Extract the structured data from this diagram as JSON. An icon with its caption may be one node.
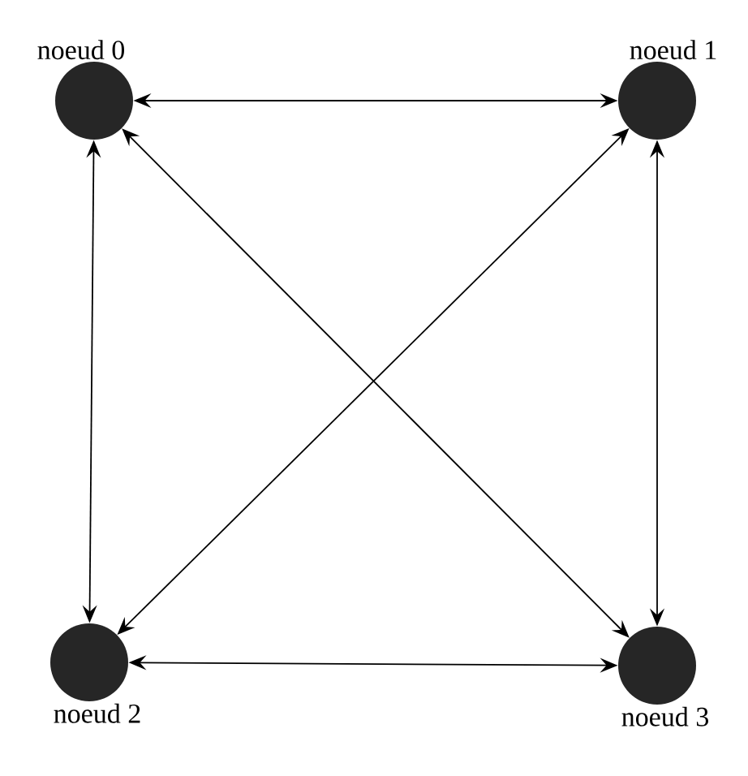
{
  "diagram": {
    "nodes": [
      {
        "text": [
          "noeud 0"
        ]
      },
      {
        "text": [
          "noeud 1"
        ]
      },
      {
        "text": [
          "noeud 2"
        ]
      },
      {
        "text": [
          "noeud 3"
        ]
      }
    ],
    "edges": [
      {
        "from": 0,
        "to": 1,
        "arrow": "both"
      },
      {
        "from": 0,
        "to": 2,
        "arrow": "both"
      },
      {
        "from": 0,
        "to": 3,
        "arrow": "both"
      },
      {
        "from": 1,
        "to": 2,
        "arrow": "both"
      },
      {
        "from": 1,
        "to": 3,
        "arrow": "both"
      },
      {
        "from": 2,
        "to": 3,
        "arrow": "both"
      }
    ]
  }
}
